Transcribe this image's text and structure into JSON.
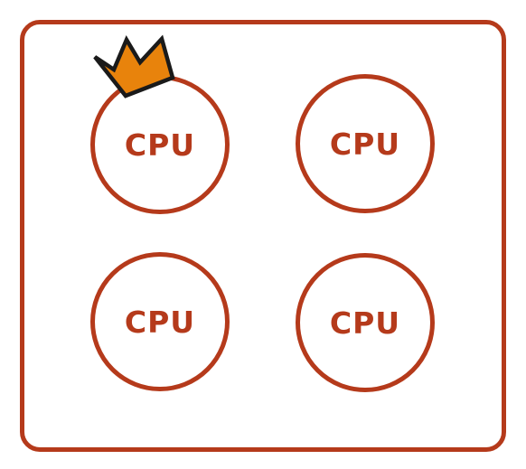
{
  "diagram": {
    "cpus": [
      {
        "label": "CPU",
        "has_crown": true
      },
      {
        "label": "CPU",
        "has_crown": false
      },
      {
        "label": "CPU",
        "has_crown": false
      },
      {
        "label": "CPU",
        "has_crown": false
      }
    ],
    "crown_icon": "crown-icon"
  },
  "colors": {
    "outline": "#b53a1b",
    "crown_fill": "#e8830c",
    "crown_stroke": "#1a1a1a",
    "background": "#ffffff"
  }
}
